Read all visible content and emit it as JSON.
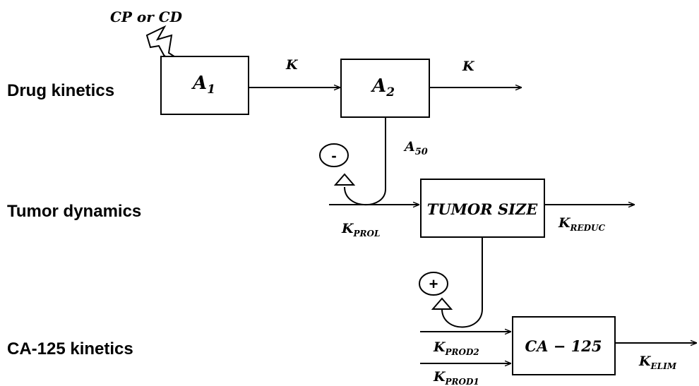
{
  "labels": {
    "row_drug": "Drug kinetics",
    "row_tumor": "Tumor dynamics",
    "row_ca": "CA-125 kinetics",
    "trigger": "CP or CD"
  },
  "boxes": {
    "a1_main": "A",
    "a1_sub": "1",
    "a2_main": "A",
    "a2_sub": "2",
    "tumor": "TUMOR SIZE",
    "ca125": "CA − 125"
  },
  "edges": {
    "k1": "K",
    "k2": "K",
    "a50_main": "A",
    "a50_sub": "50",
    "kprol_main": "K",
    "kprol_sub": "PROL",
    "kreduc_main": "K",
    "kreduc_sub": "REDUC",
    "kprod2_main": "K",
    "kprod2_sub": "PROD2",
    "kprod1_main": "K",
    "kprod1_sub": "PROD1",
    "kelim_main": "K",
    "kelim_sub": "ELIM"
  },
  "signs": {
    "inhibit": "-",
    "stimulate": "+"
  },
  "icons": {
    "trigger_icon": "lightning-bolt-icon",
    "inhibit_icon": "triangle-arrowhead-icon",
    "stimulate_icon": "triangle-arrowhead-icon"
  }
}
